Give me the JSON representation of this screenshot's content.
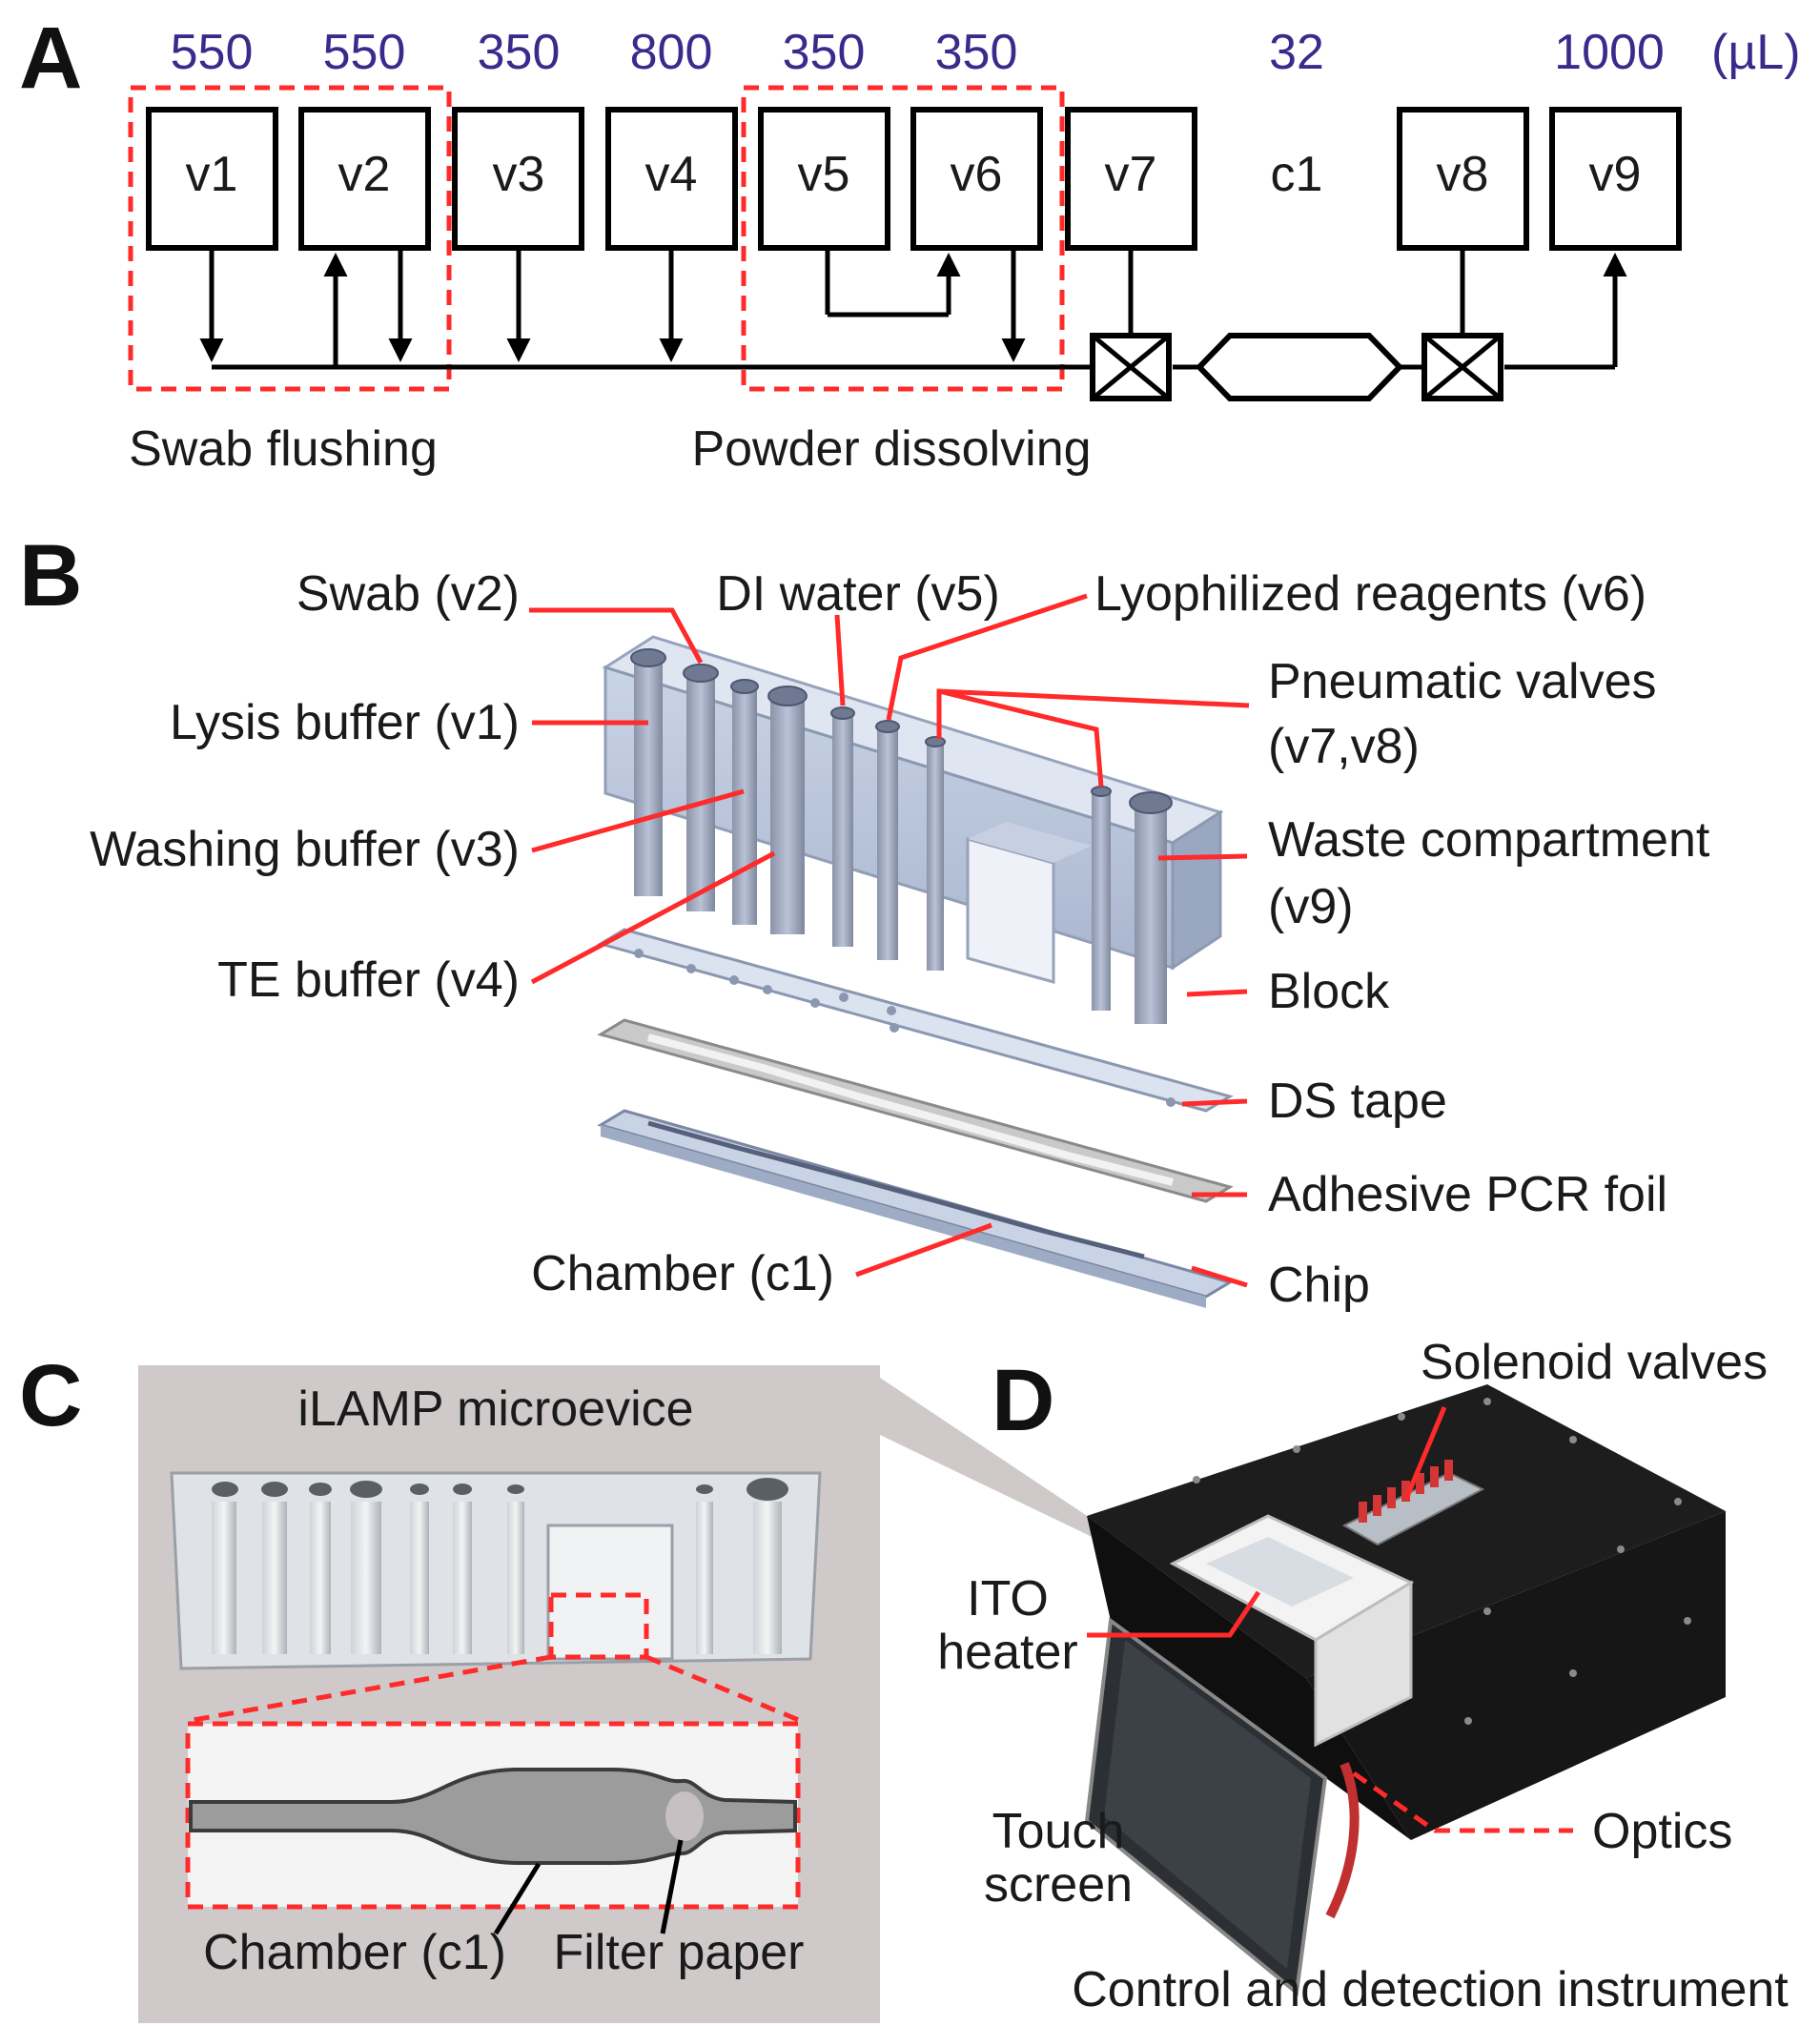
{
  "panelA": {
    "letter": "A",
    "volumes": [
      "550",
      "550",
      "350",
      "800",
      "350",
      "350",
      "32",
      "1000"
    ],
    "unit": "(µL)",
    "nodes": [
      "v1",
      "v2",
      "v3",
      "v4",
      "v5",
      "v6",
      "v7",
      "c1",
      "v8",
      "v9"
    ],
    "group_swab": "Swab flushing",
    "group_powder": "Powder dissolving"
  },
  "panelB": {
    "letter": "B",
    "labels": {
      "swab": "Swab (v2)",
      "di_water": "DI water (v5)",
      "lyophilized": "Lyophilized reagents (v6)",
      "lysis": "Lysis buffer (v1)",
      "pneumatic_1": "Pneumatic valves",
      "pneumatic_2": "(v7,v8)",
      "washing": "Washing buffer (v3)",
      "waste_1": "Waste compartment",
      "waste_2": "(v9)",
      "te": "TE buffer (v4)",
      "block": "Block",
      "ds_tape": "DS tape",
      "pcr_foil": "Adhesive PCR foil",
      "chamber": "Chamber (c1)",
      "chip": "Chip"
    }
  },
  "panelC": {
    "letter": "C",
    "title": "iLAMP microevice",
    "chamber": "Chamber (c1)",
    "filter": "Filter paper"
  },
  "panelD": {
    "letter": "D",
    "solenoid": "Solenoid valves",
    "ito_1": "ITO",
    "ito_2": "heater",
    "touch_1": "Touch",
    "touch_2": "screen",
    "optics": "Optics",
    "caption": "Control and detection instrument"
  },
  "colors": {
    "accent_red": "#ff2a2a",
    "volume_text": "#3a2a8c",
    "photo_bg": "#cfc9c9",
    "instrument": "#141414"
  }
}
